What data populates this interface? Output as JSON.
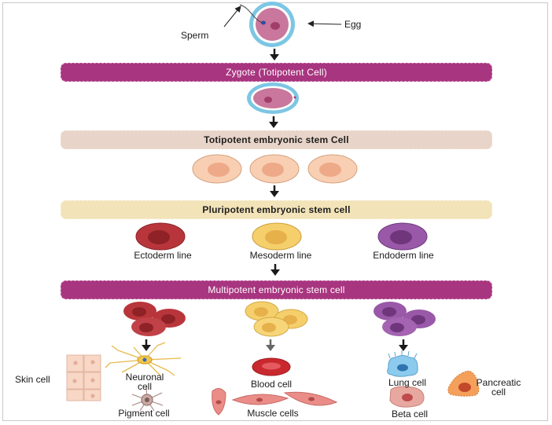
{
  "labels": {
    "sperm": "Sperm",
    "egg": "Egg",
    "ectoderm": "Ectoderm line",
    "mesoderm": "Mesoderm line",
    "endoderm": "Endoderm line",
    "skin": "Skin cell",
    "neuronal": "Neuronal\ncell",
    "pigment": "Pigment cell",
    "blood": "Blood cell",
    "muscle": "Muscle cells",
    "lung": "Lung cell",
    "beta": "Beta cell",
    "pancreatic": "Pancreatic\ncell"
  },
  "stages": {
    "zygote": "Zygote (Totipotent Cell)",
    "totipotent": "Totipotent embryonic stem Cell",
    "pluripotent": "Pluripotent embryonic stem cell",
    "multipotent": "Multipotent embryonic stem cell"
  },
  "colors": {
    "magenta": "#a8357f",
    "beige": "#e8d4c8",
    "cream": "#f2e3b8",
    "ectoderm": "#b8363b",
    "mesoderm": "#f5cf6b",
    "endoderm": "#9a58a8"
  }
}
